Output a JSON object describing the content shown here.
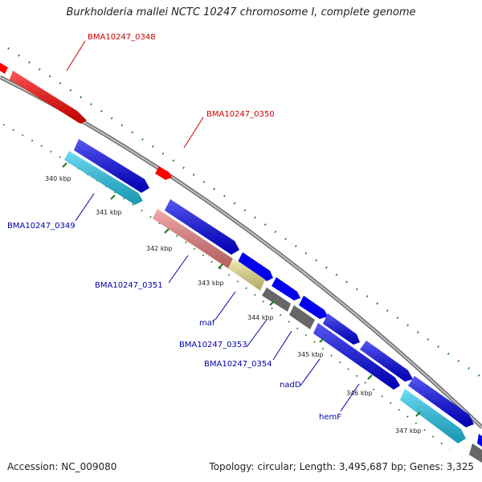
{
  "title": "Burkholderia mallei NCTC 10247 chromosome I, complete genome",
  "footer": {
    "accession": "Accession: NC_009080",
    "summary": "Topology: circular; Length: 3,495,687 bp; Genes: 3,325"
  },
  "colors": {
    "forward_gene": "#ff0000",
    "reverse_gene": "#0000ee",
    "cyan_gene": "#22ccee",
    "salmon_gene": "#f08080",
    "khaki_gene": "#f0e68c",
    "dark_gene": "#666666",
    "backbone": "#888888",
    "tick": "#1a7a1a",
    "label_forward": "#cc0000",
    "label_reverse": "#0000aa"
  },
  "ticks": [
    "340 kbp",
    "341 kbp",
    "342 kbp",
    "343 kbp",
    "344 kbp",
    "345 kbp",
    "346 kbp",
    "347 kbp"
  ],
  "gene_labels": {
    "g0348": "BMA10247_0348",
    "g0350": "BMA10247_0350",
    "g0349": "BMA10247_0349",
    "g0351": "BMA10247_0351",
    "maf": "maf",
    "g0353": "BMA10247_0353",
    "g0354": "BMA10247_0354",
    "nadD": "nadD",
    "hemF": "hemF"
  }
}
